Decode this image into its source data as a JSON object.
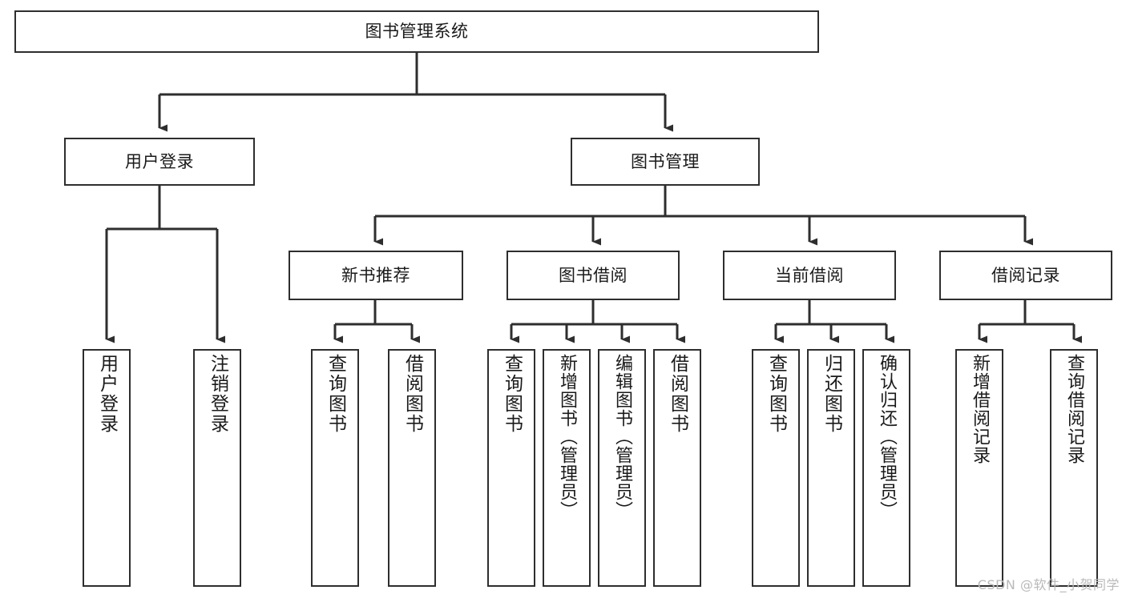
{
  "diagram": {
    "title": "图书管理系统",
    "type": "tree",
    "watermark": "CSDN @软件_小贺同学",
    "colors": {
      "box_border": "#2e2e2e",
      "box_fill": "#ffffff",
      "connector": "#2e2e2e",
      "text": "#1a1a1a",
      "watermark": "#b9b9b9",
      "background": "#ffffff"
    },
    "levels": {
      "root": "图书管理系统",
      "level2": [
        "用户登录",
        "图书管理"
      ],
      "level3": [
        "新书推荐",
        "图书借阅",
        "当前借阅",
        "借阅记录"
      ],
      "level4": [
        "用户登录",
        "注销登录",
        "查询图书",
        "借阅图书",
        "查询图书",
        "新增图书（管理员）",
        "编辑图书（管理员）",
        "借阅图书",
        "查询图书",
        "归还图书",
        "确认归还（管理员）",
        "新增借阅记录",
        "查询借阅记录"
      ]
    },
    "nodes": {
      "root": {
        "label": "图书管理系统"
      },
      "user_login": {
        "label": "用户登录"
      },
      "book_manage": {
        "label": "图书管理"
      },
      "new_book_rec": {
        "label": "新书推荐"
      },
      "book_borrow": {
        "label": "图书借阅"
      },
      "current_borrow": {
        "label": "当前借阅"
      },
      "borrow_record": {
        "label": "借阅记录"
      },
      "leaf_user_login": {
        "label": "用户登录"
      },
      "leaf_logout": {
        "label": "注销登录"
      },
      "leaf_query_book_1": {
        "label": "查询图书"
      },
      "leaf_borrow_book_1": {
        "label": "借阅图书"
      },
      "leaf_query_book_2": {
        "label": "查询图书"
      },
      "leaf_add_book": {
        "label": "新增图书（管理员）"
      },
      "leaf_edit_book": {
        "label": "编辑图书（管理员）"
      },
      "leaf_borrow_book_2": {
        "label": "借阅图书"
      },
      "leaf_query_book_3": {
        "label": "查询图书"
      },
      "leaf_return_book": {
        "label": "归还图书"
      },
      "leaf_confirm_return": {
        "label": "确认归还（管理员）"
      },
      "leaf_add_record": {
        "label": "新增借阅记录"
      },
      "leaf_query_record": {
        "label": "查询借阅记录"
      }
    }
  }
}
